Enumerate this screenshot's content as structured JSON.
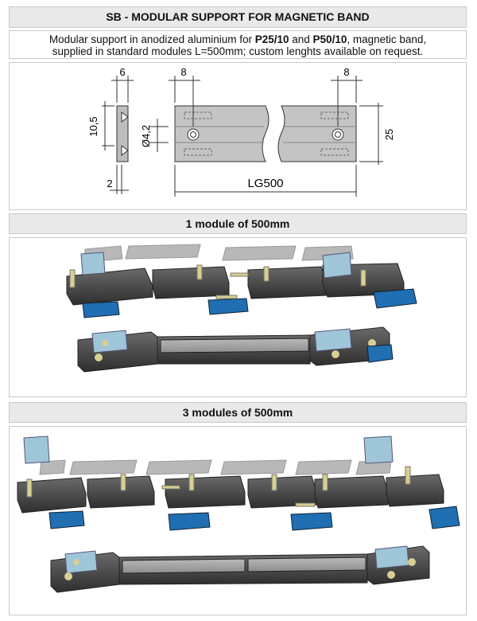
{
  "header": {
    "title": "SB - MODULAR SUPPORT FOR MAGNETIC BAND"
  },
  "description": {
    "part1": "Modular support in anodized aluminium for ",
    "p25": "P25/10",
    "and": " and ",
    "p50": "P50/10",
    "part2": ", magnetic band,",
    "line2": "supplied in standard modules L=500mm; custom lenghts available on request."
  },
  "drawing": {
    "dim_6": "6",
    "dim_10_5": "10,5",
    "dim_2": "2",
    "dim_diam": "Ø4,2",
    "dim_8_left": "8",
    "dim_8_right": "8",
    "dim_25": "25",
    "dim_lg": "LG500"
  },
  "section1": {
    "title": "1 module of 500mm"
  },
  "section2": {
    "title": "3 modules of 500mm"
  },
  "colors": {
    "bar_bg": "#e9e9e9",
    "profile": "#4a4a4a",
    "bracket": "#9fc5d8",
    "foot": "#1f6fb2"
  }
}
